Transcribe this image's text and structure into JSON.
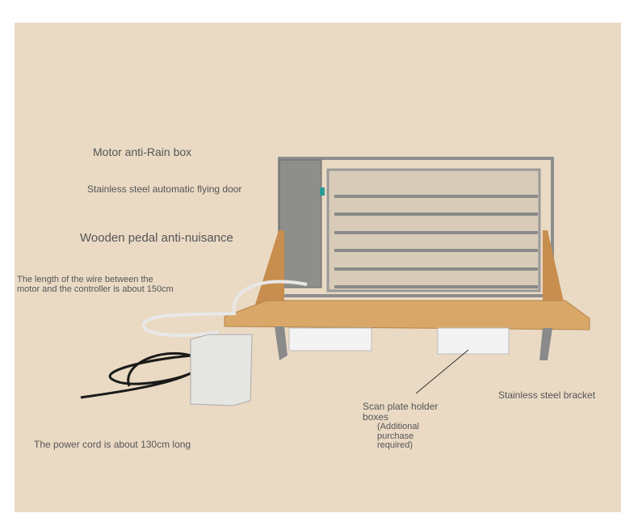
{
  "labels": {
    "motor_box": "Motor anti-Rain box",
    "door": "Stainless steel automatic flying door",
    "pedal": "Wooden pedal anti-nuisance",
    "wire_line1": "The length of the wire between the",
    "wire_line2": "motor and the controller is about 150cm",
    "power_cord": "The power cord is about 130cm long",
    "holder_line1": "Scan plate holder",
    "holder_line2": "boxes",
    "holder_note1": "(Additional",
    "holder_note2": "purchase",
    "holder_note3": "required)",
    "bracket": "Stainless steel bracket"
  },
  "colors": {
    "background": "#eadac4",
    "text": "#555555",
    "wood": "#d9a868",
    "steel": "#9a9a9a"
  }
}
